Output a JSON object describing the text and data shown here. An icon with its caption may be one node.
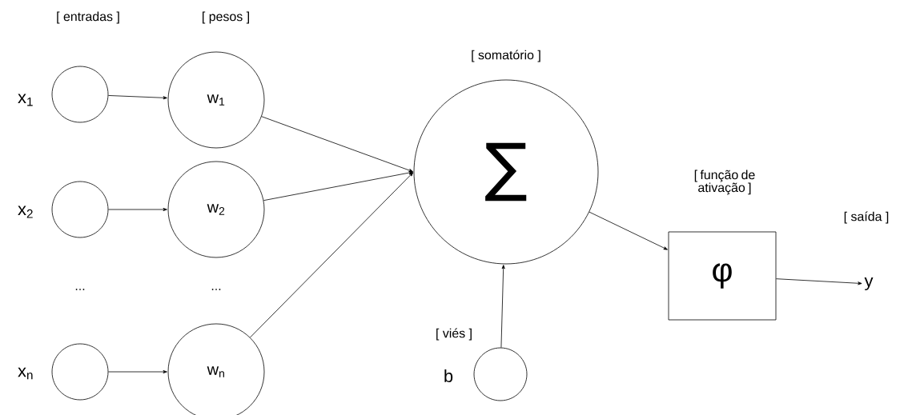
{
  "diagram": {
    "nodes": [
      {
        "text": [],
        "shape": "circle",
        "beside": [
          "x$_{1}$"
        ]
      },
      {
        "text": [
          "w$_{1}$"
        ]
      },
      {
        "text": [],
        "shape": "circle",
        "beside": [
          "x$_{2}$"
        ]
      },
      {
        "text": [
          "w$_{2}$"
        ]
      },
      {
        "text": [],
        "shape": "circle",
        "beside": [
          "x$_{n}$"
        ]
      },
      {
        "text": [
          "w$_{n}$"
        ]
      },
      {
        "text": [
          "∑"
        ]
      },
      {
        "text": [],
        "shape": "circle",
        "beside": [
          "b"
        ]
      },
      {
        "text": [
          "φ"
        ]
      },
      {
        "text": [
          "y"
        ]
      }
    ],
    "edges": [
      {
        "from": 0,
        "to": 1,
        "arrow": "to"
      },
      {
        "from": 2,
        "to": 3,
        "arrow": "to"
      },
      {
        "from": 4,
        "to": 5,
        "arrow": "to"
      },
      {
        "from": 1,
        "to": 6,
        "arrow": "to"
      },
      {
        "from": 3,
        "to": 6,
        "arrow": "to"
      },
      {
        "from": 5,
        "to": 6,
        "arrow": "to"
      },
      {
        "from": 7,
        "to": 6,
        "arrow": "to"
      },
      {
        "from": 6,
        "to": 8,
        "arrow": "to"
      },
      {
        "from": 8,
        "to": 9,
        "arrow": "to"
      }
    ],
    "labels": [
      "[ entradas ]",
      "[ pesos ]",
      "[ somatório ]",
      "[ função de ativação ]",
      "[ saída ]",
      "...",
      "...",
      "[ viés ]"
    ]
  }
}
